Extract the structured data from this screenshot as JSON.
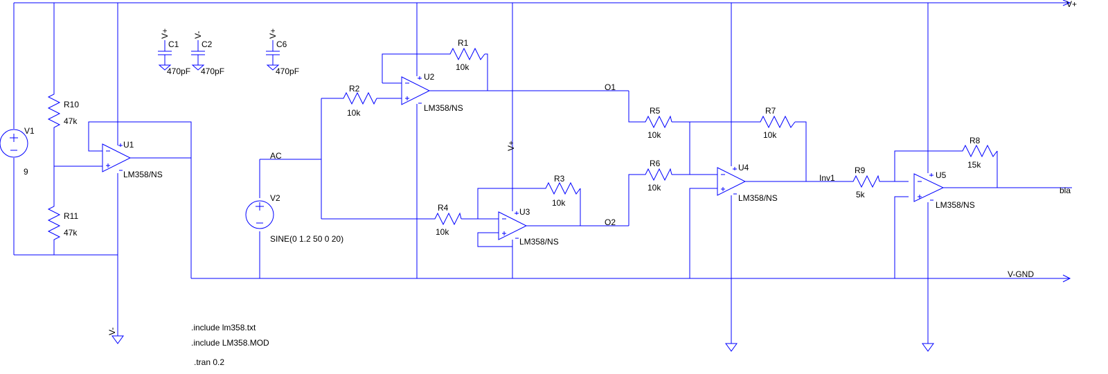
{
  "power_flags": {
    "vplus": "V+",
    "vminus": "V-",
    "vgnd": "V-GND"
  },
  "net_labels": {
    "ac": "AC",
    "o1": "O1",
    "o2": "O2",
    "inv1": "Inv1",
    "out": "bla"
  },
  "sources": {
    "v1": {
      "name": "V1",
      "value": "9"
    },
    "v2": {
      "name": "V2",
      "value": "SINE(0 1.2 50 0 20)"
    }
  },
  "capacitors": {
    "c1": {
      "name": "C1",
      "value": "470pF",
      "supply": "V+"
    },
    "c2": {
      "name": "C2",
      "value": "470pF",
      "supply": "V-"
    },
    "c6": {
      "name": "C6",
      "value": "470pF",
      "supply": "V+"
    }
  },
  "resistors": {
    "r1": {
      "name": "R1",
      "value": "10k"
    },
    "r2": {
      "name": "R2",
      "value": "10k"
    },
    "r3": {
      "name": "R3",
      "value": "10k"
    },
    "r4": {
      "name": "R4",
      "value": "10k"
    },
    "r5": {
      "name": "R5",
      "value": "10k"
    },
    "r6": {
      "name": "R6",
      "value": "10k"
    },
    "r7": {
      "name": "R7",
      "value": "10k"
    },
    "r8": {
      "name": "R8",
      "value": "15k"
    },
    "r9": {
      "name": "R9",
      "value": "5k"
    },
    "r10": {
      "name": "R10",
      "value": "47k"
    },
    "r11": {
      "name": "R11",
      "value": "47k"
    }
  },
  "opamps": {
    "u1": {
      "name": "U1",
      "model": "LM358/NS"
    },
    "u2": {
      "name": "U2",
      "model": "LM358/NS"
    },
    "u3": {
      "name": "U3",
      "model": "LM358/NS"
    },
    "u4": {
      "name": "U4",
      "model": "LM358/NS"
    },
    "u5": {
      "name": "U5",
      "model": "LM358/NS"
    }
  },
  "directives": {
    "include1": ".include lm358.txt",
    "include2": ".include LM358.MOD",
    "tran": ".tran 0.2"
  }
}
